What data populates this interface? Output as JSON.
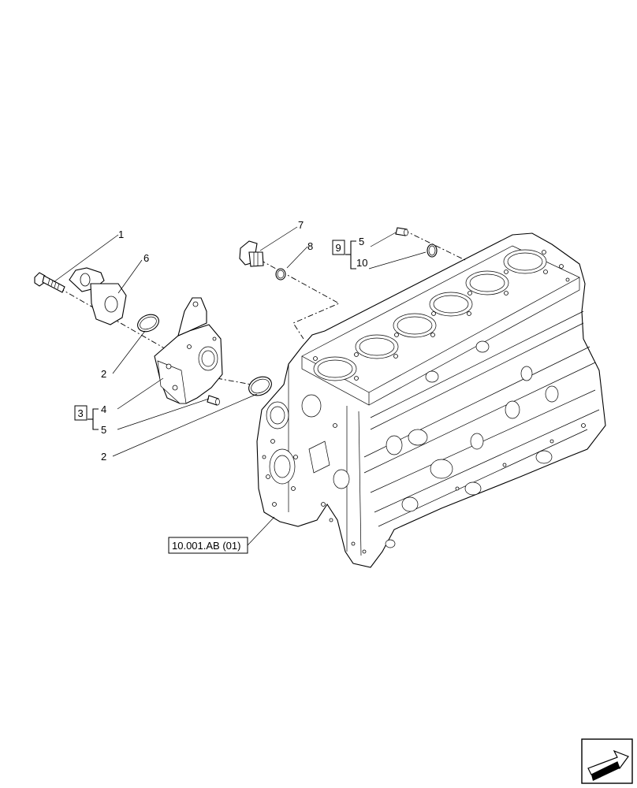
{
  "callouts": {
    "c1": "1",
    "c6": "6",
    "c2a": "2",
    "c2b": "2",
    "c3": "3",
    "c4": "4",
    "c5a": "5",
    "c7": "7",
    "c8": "8",
    "c9": "9",
    "c5b": "5",
    "c10": "10"
  },
  "reference_label": "10.001.AB (01)",
  "nav_icon": "next-page-arrow-icon"
}
